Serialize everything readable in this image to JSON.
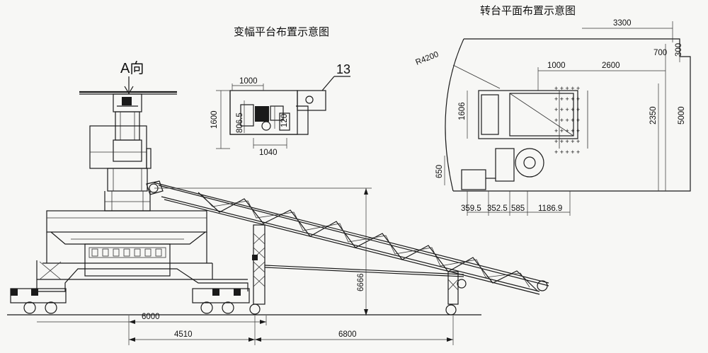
{
  "titles": {
    "luffing_platform": "变幅平台布置示意图",
    "turntable_plan": "转台平面布置示意图",
    "view_a": "A向"
  },
  "labels": {
    "part_13": "13",
    "radius": "R4200"
  },
  "dims_side": {
    "d6000": "6000",
    "d4510": "4510",
    "d6800": "6800",
    "d6666": "6666"
  },
  "dims_luffing": {
    "d1000": "1000",
    "d1600": "1600",
    "d806_5": "806.5",
    "d120": "120",
    "d1040": "1040"
  },
  "dims_turntable": {
    "d3300": "3300",
    "d700": "700",
    "d300": "300",
    "d1000": "1000",
    "d2600": "2600",
    "d1606": "1606",
    "d2350": "2350",
    "d5000": "5000",
    "d650": "650",
    "d359_5": "359.5",
    "d352_5": "352.5",
    "d585": "585",
    "d1186_9": "1186.9"
  }
}
